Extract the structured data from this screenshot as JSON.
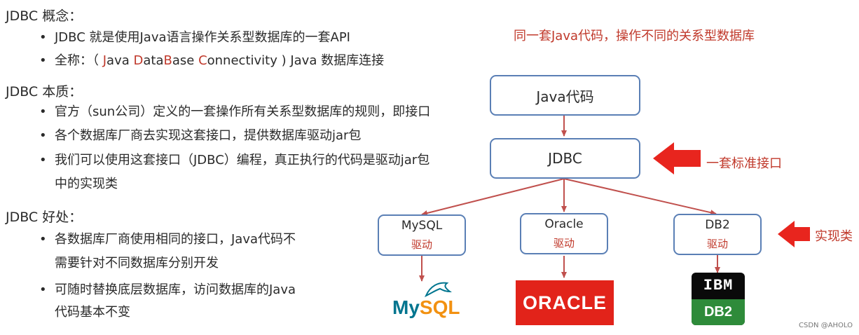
{
  "left": {
    "concept": {
      "title": "JDBC 概念：",
      "bullets": [
        "JDBC 就是使用Java语言操作关系型数据库的一套API"
      ],
      "fullname": {
        "prefix": "全称：（ ",
        "j": "J",
        "ava": "ava ",
        "d": "D",
        "ata": "ata",
        "b": "B",
        "ase": "ase ",
        "c": "C",
        "onnectivity": "onnectivity",
        "suffix": " ) Java 数据库连接"
      }
    },
    "essence": {
      "title": "JDBC 本质：",
      "bullets": [
        "官方（sun公司）定义的一套操作所有关系型数据库的规则，即接口",
        "各个数据库厂商去实现这套接口，提供数据库驱动jar包",
        "我们可以使用这套接口（JDBC）编程，真正执行的代码是驱动jar包",
        "中的实现类"
      ]
    },
    "benefits": {
      "title": "JDBC 好处：",
      "bullets": [
        "各数据库厂商使用相同的接口，Java代码不",
        "需要针对不同数据库分别开发",
        "可随时替换底层数据库，访问数据库的Java",
        "代码基本不变"
      ]
    },
    "bullet_char": "•"
  },
  "diagram": {
    "heading": "同一套Java代码，操作不同的关系型数据库",
    "java_box": "Java代码",
    "jdbc_box": "JDBC",
    "jdbc_note": "一套标准接口",
    "impl_note": "实现类",
    "drivers": [
      {
        "name": "MySQL",
        "label": "驱动"
      },
      {
        "name": "Oracle",
        "label": "驱动"
      },
      {
        "name": "DB2",
        "label": "驱动"
      }
    ],
    "logos": {
      "mysql_my": "My",
      "mysql_sql": "SQL",
      "oracle": "ORACLE",
      "ibm": "IBM",
      "db2": "DB2"
    },
    "colors": {
      "arrow": "#c0504d",
      "box_border": "#5a7fb5",
      "accent_red": "#e8251e"
    }
  },
  "watermark": "CSDN @AHOLO"
}
